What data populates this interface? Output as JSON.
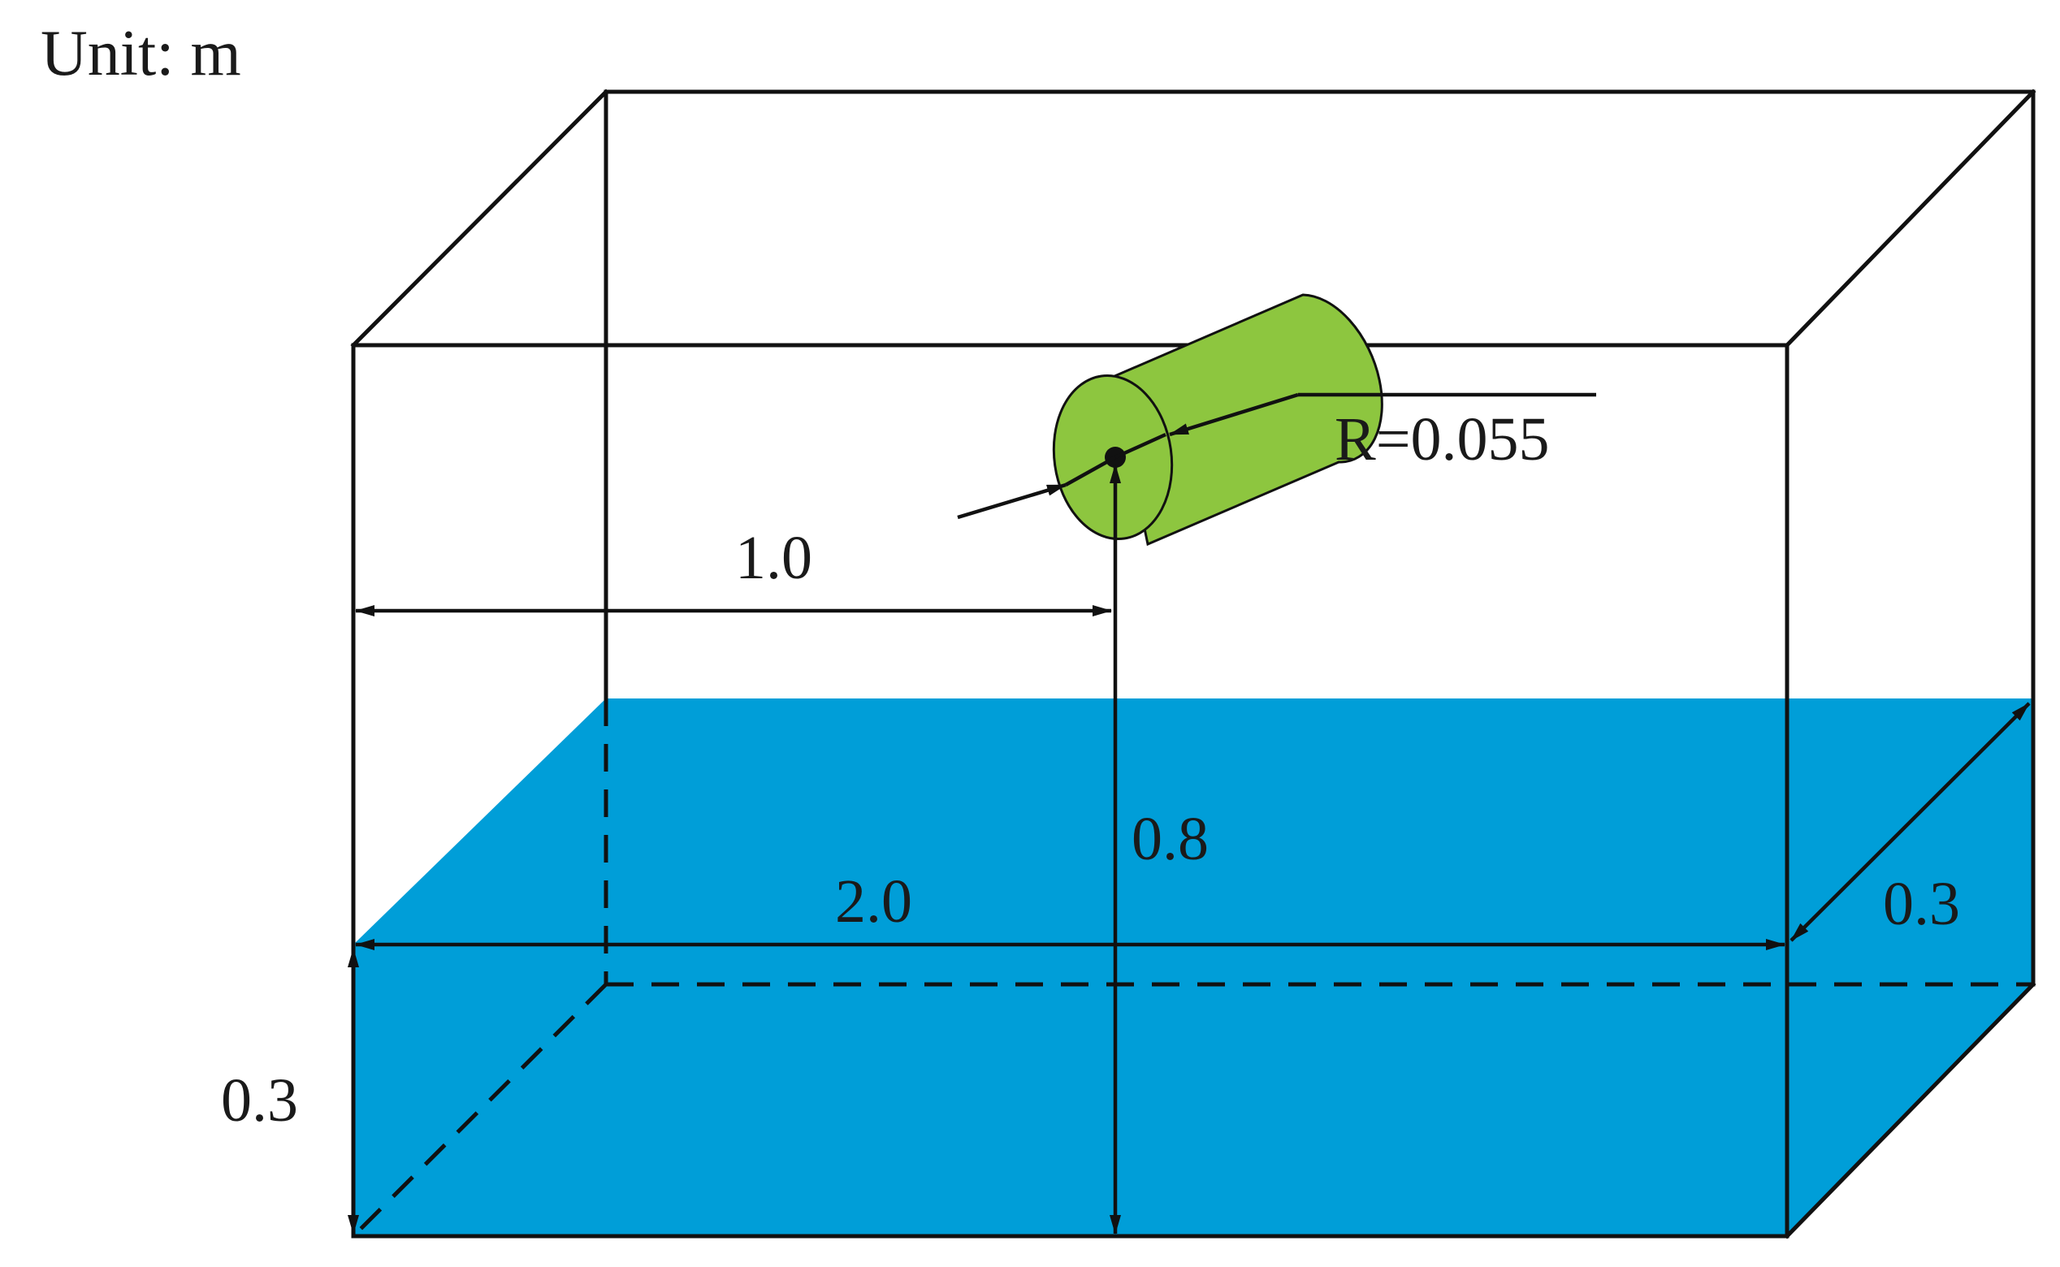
{
  "unit_label": "Unit: m",
  "colors": {
    "water": "#009ed8",
    "cylinder": "#8dc63f",
    "line": "#111111",
    "background": "#ffffff"
  },
  "dimensions": {
    "cylinder_radius": "R=0.055",
    "cylinder_x": "1.0",
    "cylinder_height": "0.8",
    "tank_length": "2.0",
    "tank_width": "0.3",
    "water_depth": "0.3"
  }
}
